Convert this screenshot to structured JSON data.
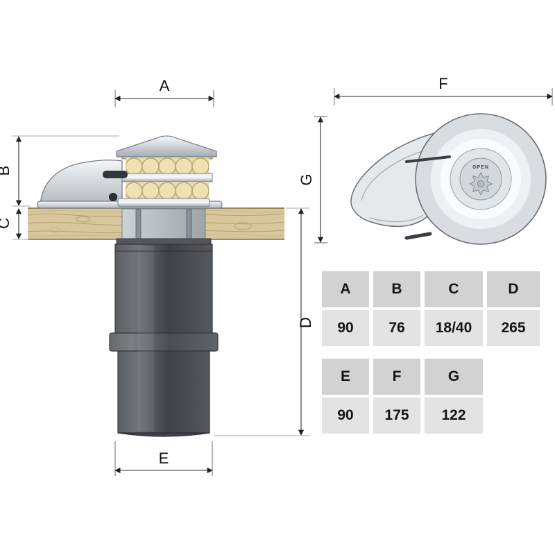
{
  "diagram": {
    "dim_labels": {
      "A": "A",
      "B": "B",
      "C": "C",
      "D": "D",
      "E": "E",
      "F": "F",
      "G": "G"
    },
    "top_view": {
      "open_label": "OPEN"
    }
  },
  "table": {
    "rows": [
      {
        "cells": [
          {
            "header": "A",
            "value": "90"
          },
          {
            "header": "B",
            "value": "76"
          },
          {
            "header": "C",
            "value": "18/40"
          },
          {
            "header": "D",
            "value": "265"
          }
        ]
      },
      {
        "cells": [
          {
            "header": "E",
            "value": "90"
          },
          {
            "header": "F",
            "value": "175"
          },
          {
            "header": "G",
            "value": "122"
          }
        ]
      }
    ]
  }
}
